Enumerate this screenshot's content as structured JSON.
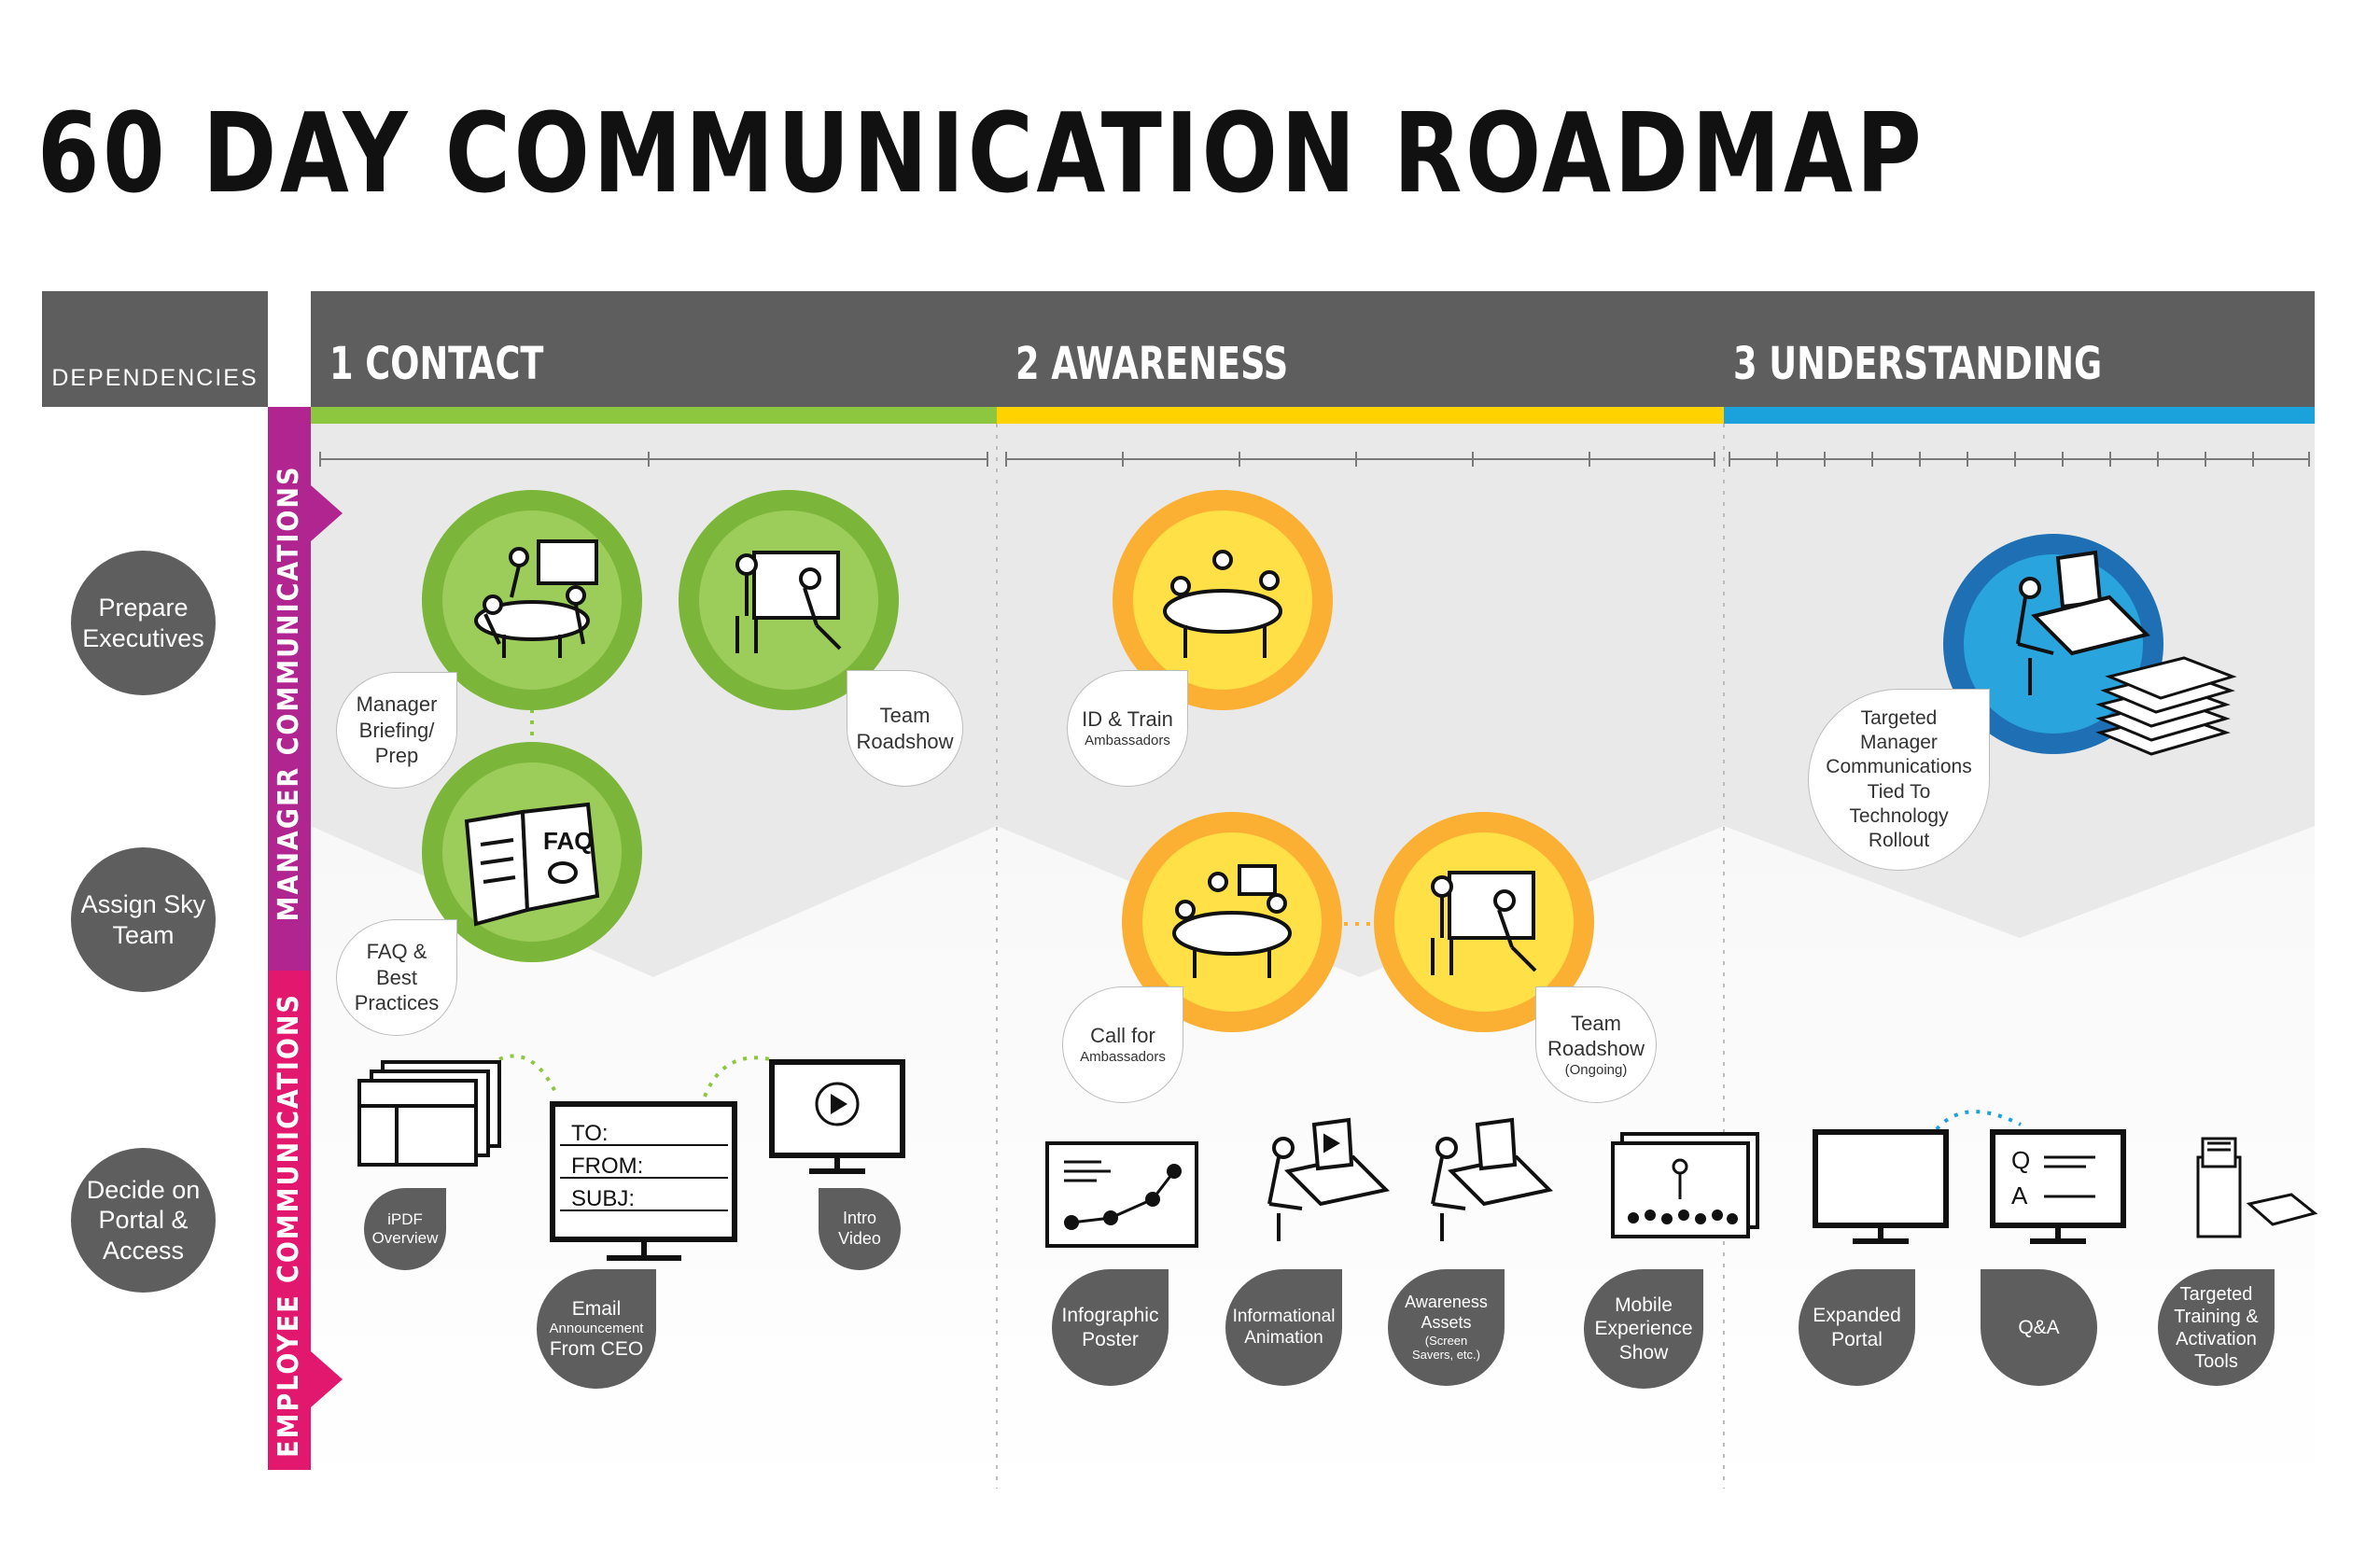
{
  "title": "60 DAY COMMUNICATION ROADMAP",
  "dependencies": {
    "header": "DEPENDENCIES",
    "items": [
      "Prepare Executives",
      "Assign Sky Team",
      "Decide on Portal & Access"
    ]
  },
  "lanes": {
    "manager": "MANAGER COMMUNICATIONS",
    "employee": "EMPLOYEE COMMUNICATIONS"
  },
  "phases": [
    {
      "label": "1 CONTACT",
      "color": "#8dc63f"
    },
    {
      "label": "2 AWARENESS",
      "color": "#ffd200"
    },
    {
      "label": "3 UNDERSTANDING",
      "color": "#1ba1dc"
    }
  ],
  "colors": {
    "lane_manager": "#b0258f",
    "lane_employee": "#e2176e",
    "dark_gray": "#5e5e5e"
  },
  "manager_items": {
    "contact": {
      "briefing": [
        "Manager",
        "Briefing/",
        "Prep"
      ],
      "roadshow": [
        "Team",
        "Roadshow"
      ],
      "faq": [
        "FAQ &",
        "Best",
        "Practices"
      ]
    },
    "awareness": {
      "train": [
        "ID & Train",
        "Ambassadors"
      ],
      "call": [
        "Call for",
        "Ambassadors"
      ],
      "roadshow": [
        "Team",
        "Roadshow",
        "(Ongoing)"
      ]
    },
    "understanding": {
      "targeted": [
        "Targeted",
        "Manager",
        "Communications",
        "Tied To",
        "Technology",
        "Rollout"
      ]
    }
  },
  "employee_items": {
    "contact": {
      "pdf": [
        "iPDF",
        "Overview"
      ],
      "email": [
        "Email",
        "Announcement",
        "From CEO"
      ],
      "video": [
        "Intro",
        "Video"
      ],
      "email_fields": [
        "TO:",
        "FROM:",
        "SUBJ:"
      ]
    },
    "awareness": {
      "infographic": [
        "Infographic",
        "Poster"
      ],
      "animation": [
        "Informational",
        "Animation"
      ],
      "assets": [
        "Awareness",
        "Assets",
        "(Screen",
        "Savers, etc.)"
      ],
      "mobile": [
        "Mobile",
        "Experience",
        "Show"
      ]
    },
    "understanding": {
      "portal": [
        "Expanded",
        "Portal"
      ],
      "qa": [
        "Q&A"
      ],
      "training": [
        "Targeted",
        "Training &",
        "Activation",
        "Tools"
      ],
      "qa_screen": [
        "Q",
        "A"
      ]
    }
  },
  "faq_doc": {
    "heading": "FAQ"
  }
}
